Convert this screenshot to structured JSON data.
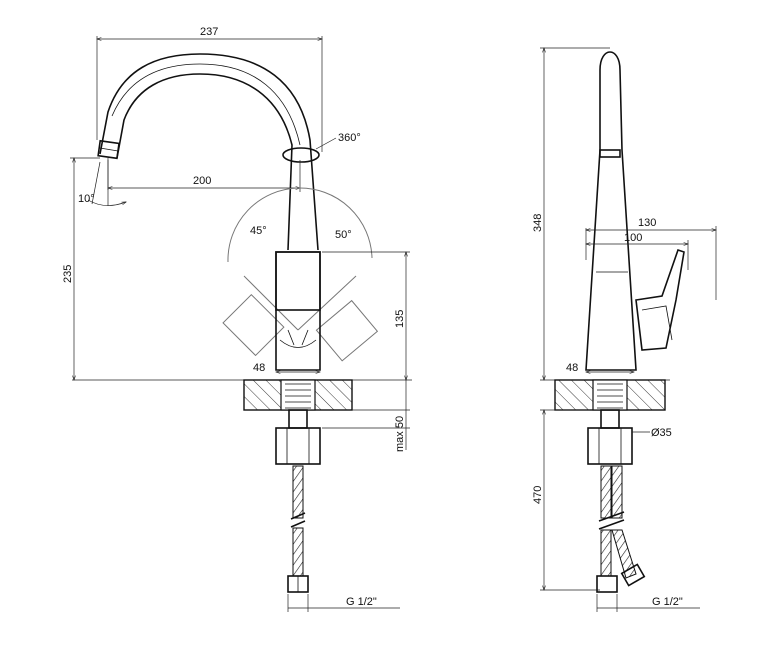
{
  "front_view": {
    "width_237": "237",
    "reach_200": "200",
    "height_235": "235",
    "rotation_360": "360°",
    "angle_10": "10°",
    "angle_45": "45°",
    "angle_50": "50°",
    "lever_135": "135",
    "base_48": "48",
    "max_50": "max 50",
    "thread": "G 1/2\""
  },
  "side_view": {
    "height_348": "348",
    "handle_130": "130",
    "handle_100": "100",
    "base_48": "48",
    "diameter_35": "Ø35",
    "hose_470": "470",
    "thread": "G 1/2\""
  }
}
